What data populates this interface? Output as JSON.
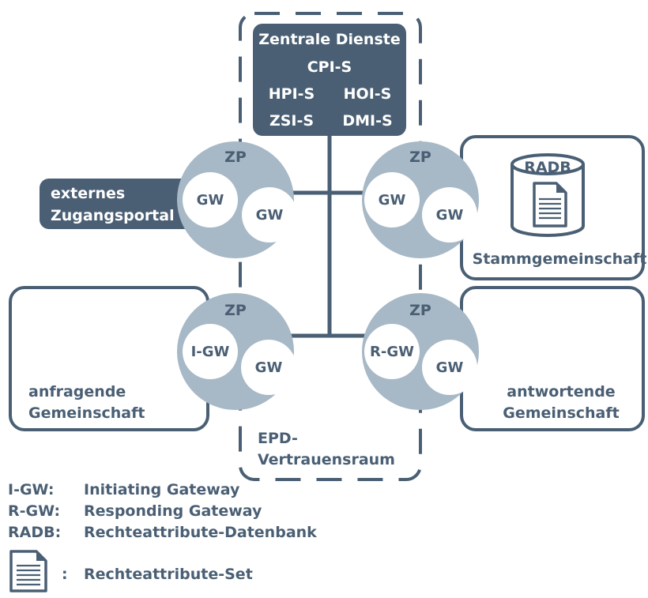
{
  "colors": {
    "dark": "#4a5f74",
    "light": "#a7b8c6",
    "white": "#ffffff"
  },
  "central": {
    "title": "Zentrale Dienste",
    "cpi": "CPI-S",
    "hpi": "HPI-S",
    "hoi": "HOI-S",
    "zsi": "ZSI-S",
    "dmi": "DMI-S"
  },
  "external_portal": {
    "line1": "externes",
    "line2": "Zugangsportal"
  },
  "nodes": {
    "top_left": {
      "zp": "ZP",
      "gw1": "GW",
      "gw2": "GW"
    },
    "top_right": {
      "zp": "ZP",
      "gw1": "GW",
      "gw2": "GW"
    },
    "bottom_left": {
      "zp": "ZP",
      "gw1": "I-GW",
      "gw2": "GW"
    },
    "bottom_right": {
      "zp": "ZP",
      "gw1": "R-GW",
      "gw2": "GW"
    }
  },
  "communities": {
    "stamm": "Stammgemeinschaft",
    "anfragende_1": "anfragende",
    "anfragende_2": "Gemeinschaft",
    "antwortende_1": "antwortende",
    "antwortende_2": "Gemeinschaft"
  },
  "radb": {
    "label": "RADB",
    "icon": "document-icon"
  },
  "trust_space": {
    "line1": "EPD-",
    "line2": "Vertrauensraum"
  },
  "legend": [
    {
      "abbr": "I-GW:",
      "desc": "Initiating Gateway"
    },
    {
      "abbr": "R-GW:",
      "desc": "Responding Gateway"
    },
    {
      "abbr": "RADB:",
      "desc": "Rechteattribute-Datenbank"
    }
  ],
  "legend_icon": {
    "colon": ":",
    "desc": "Rechteattribute-Set",
    "icon": "document-icon"
  }
}
